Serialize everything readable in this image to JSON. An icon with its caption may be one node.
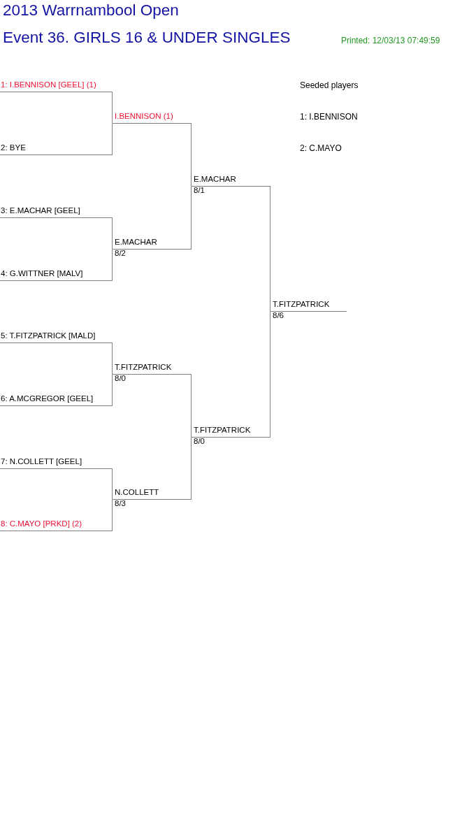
{
  "diagram": {
    "title": "2013 Warrnambool Open",
    "nodes": [
      {
        "text": [
          "1: I.BENNISON [GEEL] (1)"
        ]
      },
      {
        "text": [
          "2: BYE"
        ]
      },
      {
        "text": [
          "3: E.MACHAR [GEEL]"
        ]
      },
      {
        "text": [
          "4: G.WITTNER [MALV]"
        ]
      },
      {
        "text": [
          "5: T.FITZPATRICK [MALD]"
        ]
      },
      {
        "text": [
          "6: A.MCGREGOR [GEEL]"
        ]
      },
      {
        "text": [
          "7: N.COLLETT [GEEL]"
        ]
      },
      {
        "text": [
          "8: C.MAYO [PRKD] (2)"
        ]
      },
      {
        "text": [
          "I.BENNISON (1)"
        ]
      },
      {
        "text": [
          "E.MACHAR"
        ],
        "beside": [
          "8/2"
        ]
      },
      {
        "text": [
          "T.FITZPATRICK"
        ],
        "beside": [
          "8/0"
        ]
      },
      {
        "text": [
          "N.COLLETT"
        ],
        "beside": [
          "8/3"
        ]
      },
      {
        "text": [
          "E.MACHAR"
        ],
        "beside": [
          "8/1"
        ]
      },
      {
        "text": [
          "T.FITZPATRICK"
        ],
        "beside": [
          "8/0"
        ]
      },
      {
        "text": [
          "T.FITZPATRICK"
        ],
        "beside": [
          "8/6"
        ]
      }
    ],
    "edges": [
      {
        "from": 0,
        "to": 8,
        "arrow": "none"
      },
      {
        "from": 1,
        "to": 8,
        "arrow": "none"
      },
      {
        "from": 2,
        "to": 9,
        "arrow": "none"
      },
      {
        "from": 3,
        "to": 9,
        "arrow": "none"
      },
      {
        "from": 4,
        "to": 10,
        "arrow": "none"
      },
      {
        "from": 5,
        "to": 10,
        "arrow": "none"
      },
      {
        "from": 6,
        "to": 11,
        "arrow": "none"
      },
      {
        "from": 7,
        "to": 11,
        "arrow": "none"
      },
      {
        "from": 8,
        "to": 12,
        "arrow": "none"
      },
      {
        "from": 9,
        "to": 12,
        "arrow": "none"
      },
      {
        "from": 10,
        "to": 13,
        "arrow": "none"
      },
      {
        "from": 11,
        "to": 13,
        "arrow": "none"
      },
      {
        "from": 12,
        "to": 14,
        "arrow": "none"
      },
      {
        "from": 13,
        "to": 14,
        "arrow": "none"
      }
    ],
    "labels": [
      "Event 36. GIRLS 16 & UNDER SINGLES",
      "Printed: 12/03/13 07:49:59",
      "Seeded players",
      "1: I.BENNISON",
      "2: C.MAYO"
    ]
  }
}
